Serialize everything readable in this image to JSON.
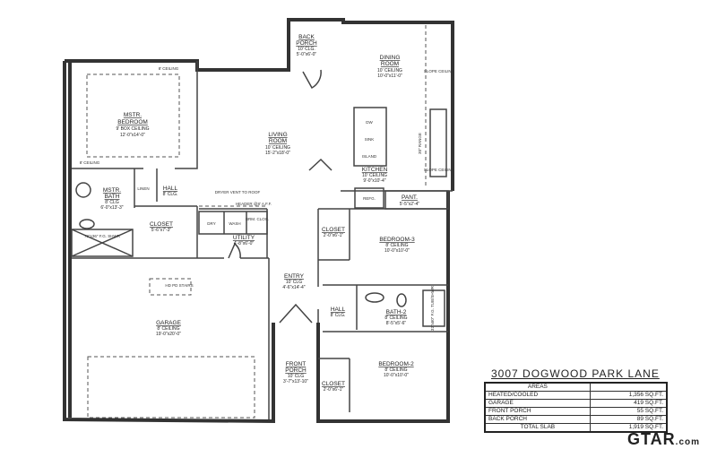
{
  "address": "3007 DOGWOOD PARK LANE",
  "areas": {
    "header": "AREAS",
    "rows": [
      {
        "label": "HEATED/COOLED",
        "value": "1,356 SQ.FT."
      },
      {
        "label": "GARAGE",
        "value": "419 SQ.FT."
      },
      {
        "label": "FRONT PORCH",
        "value": "55 SQ.FT."
      },
      {
        "label": "BACK PORCH",
        "value": "89 SQ.FT."
      }
    ],
    "total": {
      "label": "TOTAL SLAB",
      "value": "1,919 SQ.FT."
    }
  },
  "logo": {
    "main": "GTAR",
    "suffix": ".com"
  },
  "rooms": {
    "master_bedroom": {
      "name1": "MSTR.",
      "name2": "BEDROOM",
      "ceiling": "9' BOX CEILING",
      "dims": "12'-0\"x14'-0\""
    },
    "living": {
      "name1": "LIVING",
      "name2": "ROOM",
      "ceiling": "10' CEILING",
      "dims": "15'-2\"x18'-0\""
    },
    "back_porch": {
      "name1": "BACK",
      "name2": "PORCH",
      "ceiling": "10' CLG.",
      "dims": "5'-0\"x6'-0\""
    },
    "dining": {
      "name1": "DINING",
      "name2": "ROOM",
      "ceiling": "10' CEILING",
      "dims": "10'-0\"x11'-0\""
    },
    "kitchen": {
      "name": "KITCHEN",
      "ceiling": "10' CEILING",
      "dims": "9'-0\"x10'-4\""
    },
    "pantry": {
      "name": "PANT.",
      "dims": "5'-5\"x2'-4\""
    },
    "master_bath": {
      "name1": "MSTR.",
      "name2": "BATH",
      "ceiling": "8' CLG",
      "dims": "6'-0\"x13'-3\""
    },
    "hall1": {
      "name": "HALL",
      "ceiling": "8' CLG."
    },
    "closet_master": {
      "name": "CLOSET",
      "dims": "5'-6\"x7'-3\""
    },
    "utility": {
      "name": "UTILITY",
      "dims": "4'-8\"x6'-0\""
    },
    "entry": {
      "name": "ENTRY",
      "ceiling": "10' CLG",
      "dims": "4'-6\"x14'-4\""
    },
    "garage": {
      "name": "GARAGE",
      "ceiling": "8' CEILING",
      "dims": "19'-0\"x20'-0\""
    },
    "front_porch": {
      "name1": "FRONT",
      "name2": "PORCH",
      "ceiling": "10' CLG",
      "dims": "3'-7\"x13'-10\""
    },
    "closet3": {
      "name": "CLOSET",
      "dims": "2'-0\"x6'-1\""
    },
    "bedroom3": {
      "name": "BEDROOM-3",
      "ceiling": "8' CEILING",
      "dims": "10'-0\"x10'-0\""
    },
    "hall2": {
      "name": "HALL",
      "ceiling": "8' CLG."
    },
    "bath2": {
      "name": "BATH-2",
      "ceiling": "8' CEILING",
      "dims": "8'-5\"x5'-6\""
    },
    "bedroom2": {
      "name": "BEDROOM-2",
      "ceiling": "8' CEILING",
      "dims": "10'-0\"x10'-0\""
    },
    "closet2": {
      "name": "CLOSET",
      "dims": "2'-0\"x6'-1\""
    }
  },
  "notes": {
    "ceiling_8_a": "8' CEILING",
    "ceiling_8_b": "8' CEILING",
    "slope_ceiling_1": "SLOPE CEILING",
    "slope_ceiling_2": "SLOPE CEILING",
    "range": "30\" RANGE",
    "dw": "DW",
    "sink": "SINK",
    "island": "ISLAND",
    "refrigerator": "REFG.",
    "linen": "LINEN",
    "dry": "DRY",
    "wash": "WASH",
    "broom_closet": "BRM. CLOS.",
    "dryer_vent": "DRYER VENT TO ROOF",
    "header": "HEADER @8' A.F.F.",
    "shower": "72\"x36\" F.G. SHWR",
    "attic_stairs": "HD PD STAIRS",
    "tub": "32\"x60\" F.G. TUB/SHWR"
  }
}
